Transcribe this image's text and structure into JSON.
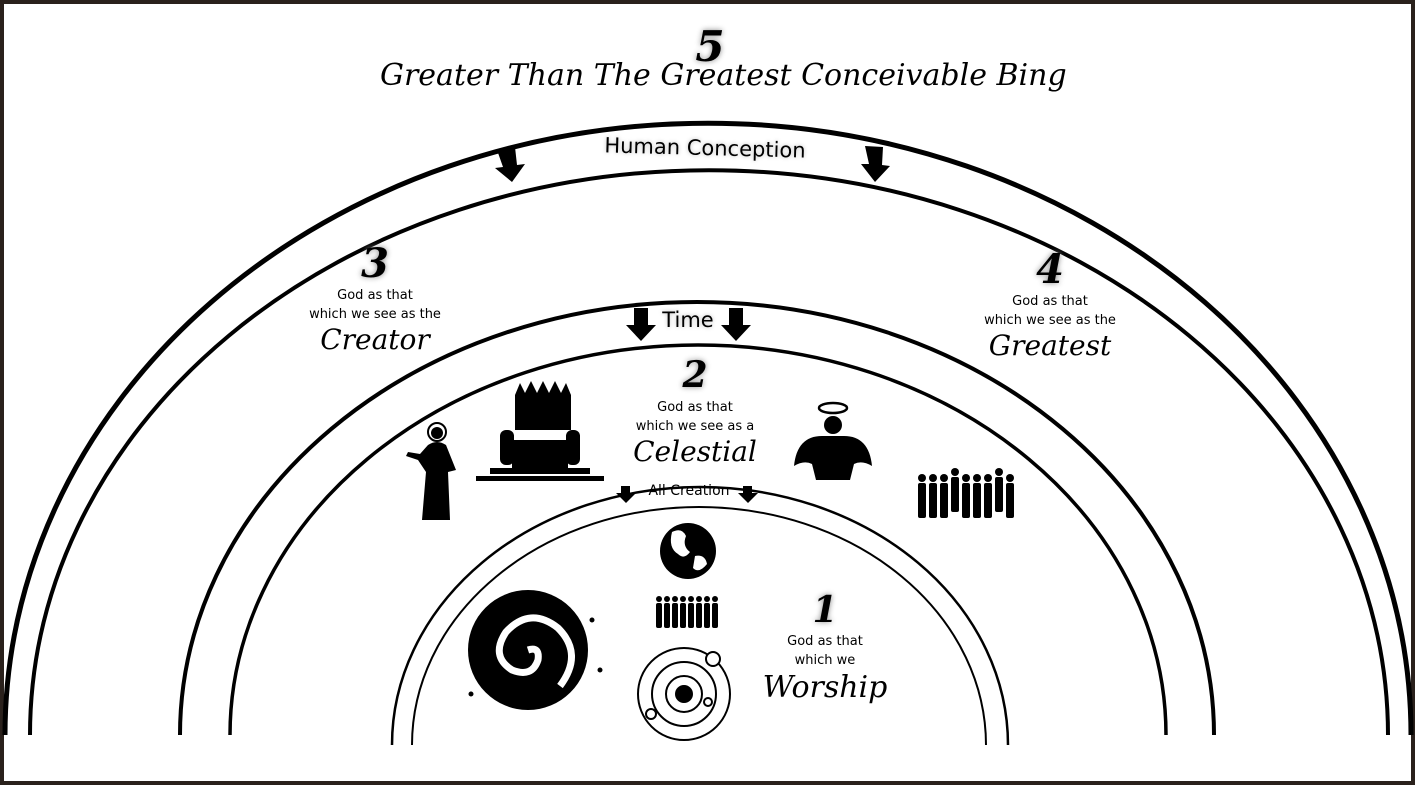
{
  "title": {
    "number": "5",
    "text": "Greater Than The Greatest Conceivable Bing"
  },
  "bands": {
    "human_conception": "Human Conception",
    "time": "Time",
    "all_creation": "All Creation"
  },
  "levels": [
    {
      "number": "1",
      "line1": "God as that",
      "line2": "which we",
      "word": "Worship"
    },
    {
      "number": "2",
      "line1": "God as that",
      "line2": "which we see as a",
      "word": "Celestial"
    },
    {
      "number": "3",
      "line1": "God as that",
      "line2": "which we see as the",
      "word": "Creator"
    },
    {
      "number": "4",
      "line1": "God as that",
      "line2": "which we see as the",
      "word": "Greatest"
    }
  ],
  "icons": [
    "jesus-figure-icon",
    "throne-icon",
    "angel-icon",
    "crowd-icon",
    "earth-globe-icon",
    "small-crowd-icon",
    "spiral-galaxy-icon",
    "solar-system-icon",
    "down-arrow-icon"
  ]
}
